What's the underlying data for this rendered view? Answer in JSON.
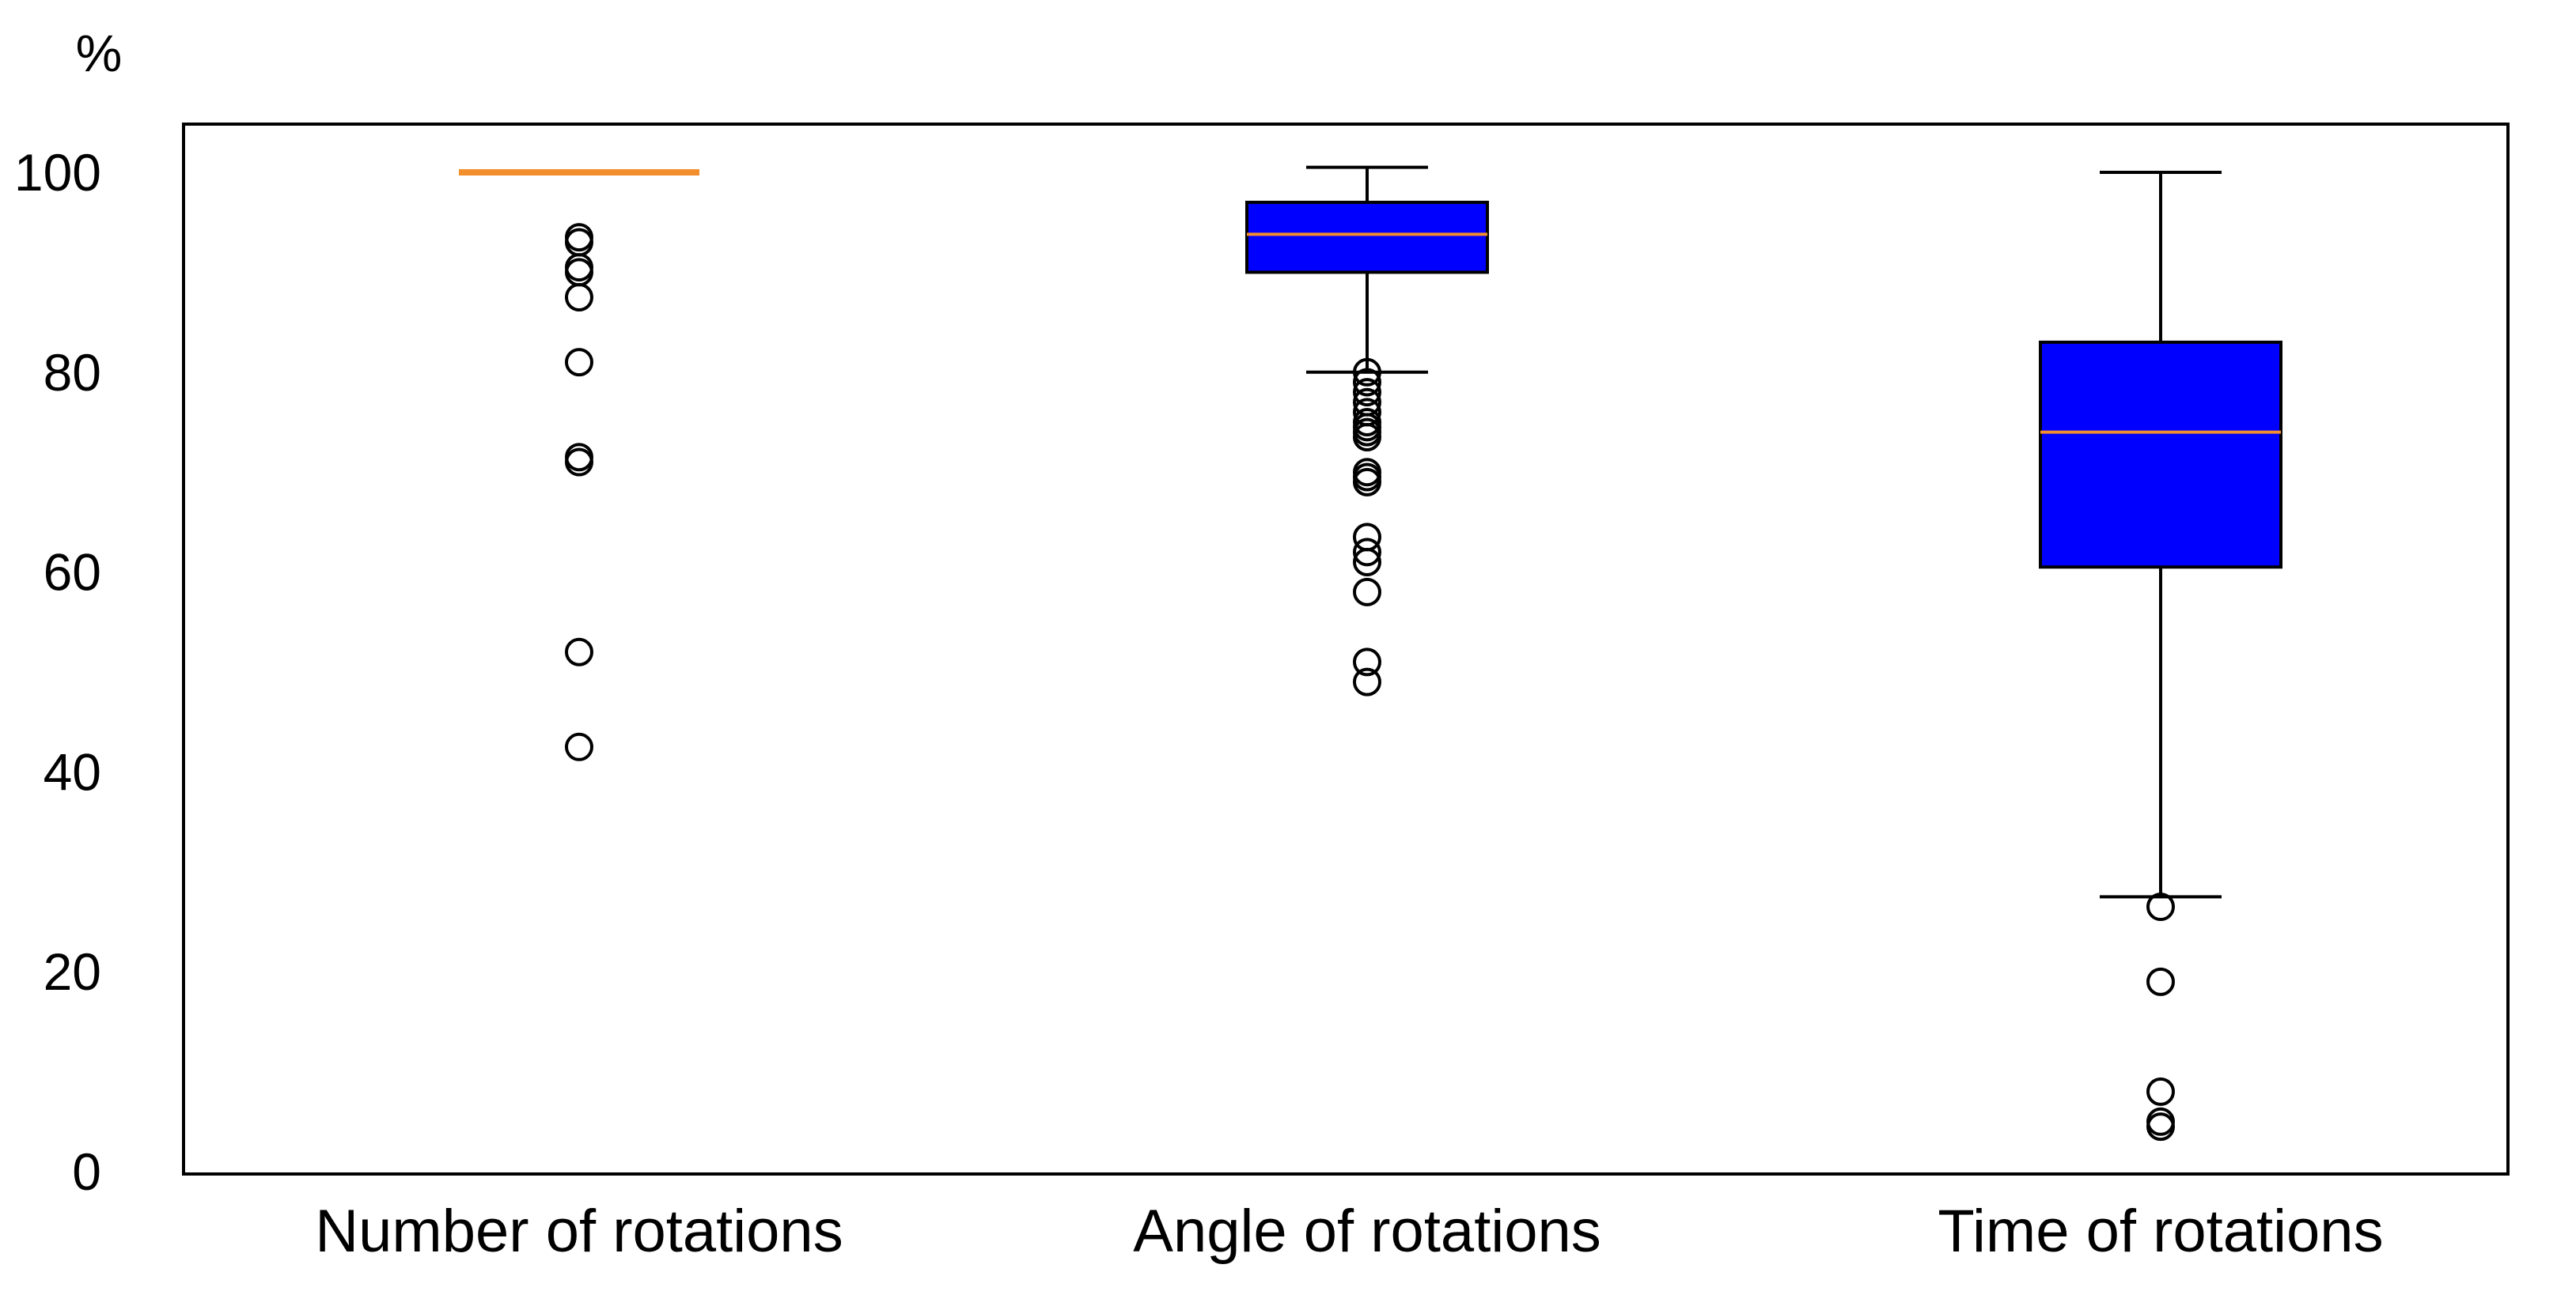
{
  "chart_data": {
    "type": "box",
    "ylabel": "%",
    "ylim": [
      0,
      105
    ],
    "yticks": [
      0,
      20,
      40,
      60,
      80,
      100
    ],
    "grid": false,
    "colors": {
      "box_fill": "#0000ff",
      "median": "#f28e2b",
      "outline": "#000000"
    },
    "categories": [
      "Number of rotations",
      "Angle of rotations",
      "Time of rotations"
    ],
    "boxes": [
      {
        "name": "Number of rotations",
        "whisker_low": 100,
        "q1": 100,
        "median": 100,
        "q3": 100,
        "whisker_high": 100,
        "outliers": [
          93.5,
          93,
          90.5,
          90,
          87.5,
          81,
          71.5,
          71,
          52,
          42.5
        ]
      },
      {
        "name": "Angle of rotations",
        "whisker_low": 80,
        "q1": 90,
        "median": 93.8,
        "q3": 97,
        "whisker_high": 100.5,
        "outliers": [
          80,
          79,
          78,
          77,
          76,
          75,
          74.5,
          74,
          73.5,
          70,
          69.5,
          69,
          63.5,
          62,
          61,
          58,
          51,
          49
        ]
      },
      {
        "name": "Time of rotations",
        "whisker_low": 27.5,
        "q1": 60.5,
        "median": 74,
        "q3": 83,
        "whisker_high": 100,
        "outliers": [
          26.5,
          19,
          8,
          5,
          4.5
        ]
      }
    ]
  }
}
